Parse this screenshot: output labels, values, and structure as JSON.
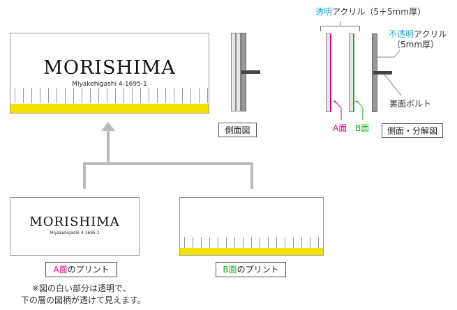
{
  "sign": {
    "name": "MORISHIMA",
    "address": "Miyakehigashi  4-1695-1"
  },
  "side_view": {
    "label": "側面図"
  },
  "exploded": {
    "clear_acrylic_highlight": "透明",
    "clear_acrylic_rest": "アクリル（5＋5mm厚）",
    "opaque_highlight": "不透明",
    "opaque_rest": "アクリル",
    "opaque_thickness": "（5mm厚）",
    "bolt": "裏面ボルト",
    "face_a_letter": "A",
    "face_a_suffix": "面",
    "face_b_letter": "B",
    "face_b_suffix": "面",
    "label": "側面・分解図"
  },
  "print_a": {
    "letter": "A面",
    "rest": "のプリント"
  },
  "print_b": {
    "letter": "B面",
    "rest": "のプリント"
  },
  "note": {
    "line1": "※図の白い部分は透明で、",
    "line2": "下の層の図柄が透けて見えます。"
  },
  "colors": {
    "accent_blue": "#29a8e0",
    "face_a": "#e4007f",
    "face_b": "#1aaa1a",
    "band": "#f3e000"
  }
}
